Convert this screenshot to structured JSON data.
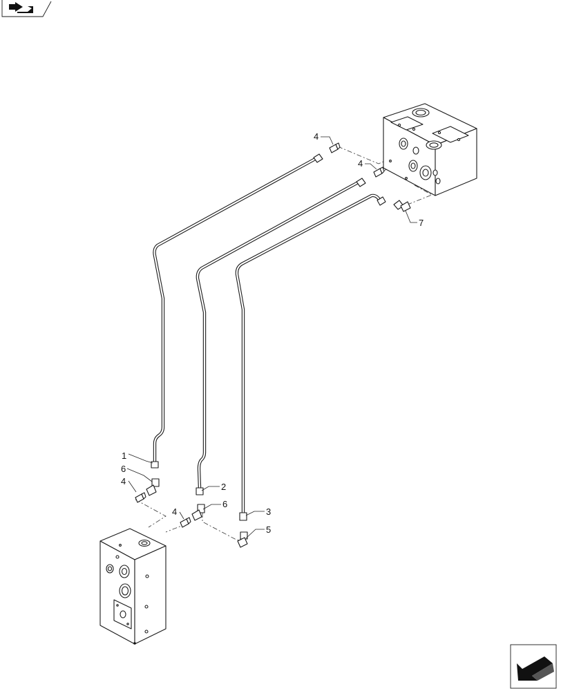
{
  "diagram": {
    "callouts": [
      {
        "id": "c1",
        "label": "1"
      },
      {
        "id": "c2",
        "label": "2"
      },
      {
        "id": "c3",
        "label": "3"
      },
      {
        "id": "c4a",
        "label": "4"
      },
      {
        "id": "c4b",
        "label": "4"
      },
      {
        "id": "c4c",
        "label": "4"
      },
      {
        "id": "c4d",
        "label": "4"
      },
      {
        "id": "c5",
        "label": "5"
      },
      {
        "id": "c6a",
        "label": "6"
      },
      {
        "id": "c6b",
        "label": "6"
      },
      {
        "id": "c7",
        "label": "7"
      }
    ]
  },
  "icons": {
    "top_left": "exploded-view-icon",
    "bottom_right": "navigation-arrow-icon"
  },
  "colors": {
    "line": "#1a1a1a",
    "background": "#ffffff"
  }
}
